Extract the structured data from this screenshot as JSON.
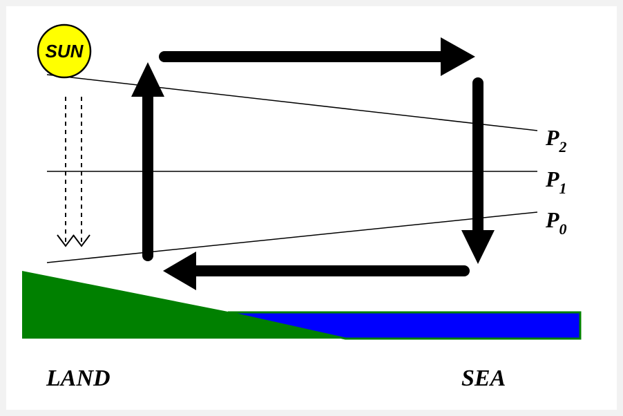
{
  "labels": {
    "sun": "SUN",
    "land": "LAND",
    "sea": "SEA",
    "pressure_levels": [
      {
        "letter": "P",
        "subscript": "2"
      },
      {
        "letter": "P",
        "subscript": "1"
      },
      {
        "letter": "P",
        "subscript": "0"
      }
    ]
  },
  "colors": {
    "background": "#f2f2f2",
    "panel": "#ffffff",
    "land": "#008000",
    "sea": "#0000ff",
    "sun_fill": "#ffff00",
    "sun_outline": "#000000",
    "ink": "#000000"
  }
}
